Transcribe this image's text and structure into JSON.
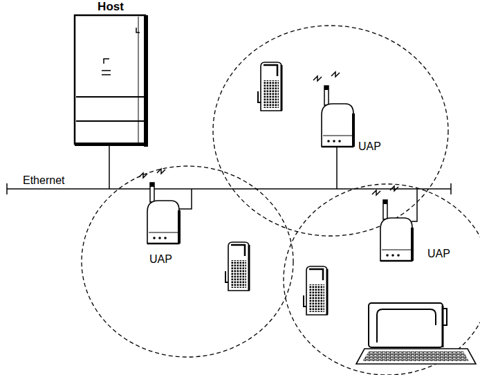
{
  "diagram": {
    "nodes": [
      {
        "text": [
          "Host"
        ]
      },
      {
        "text": [
          "UAP"
        ]
      },
      {
        "text": [
          "UAP"
        ]
      },
      {
        "text": [
          "UAP"
        ]
      }
    ],
    "labels": [
      "Ethernet"
    ]
  }
}
